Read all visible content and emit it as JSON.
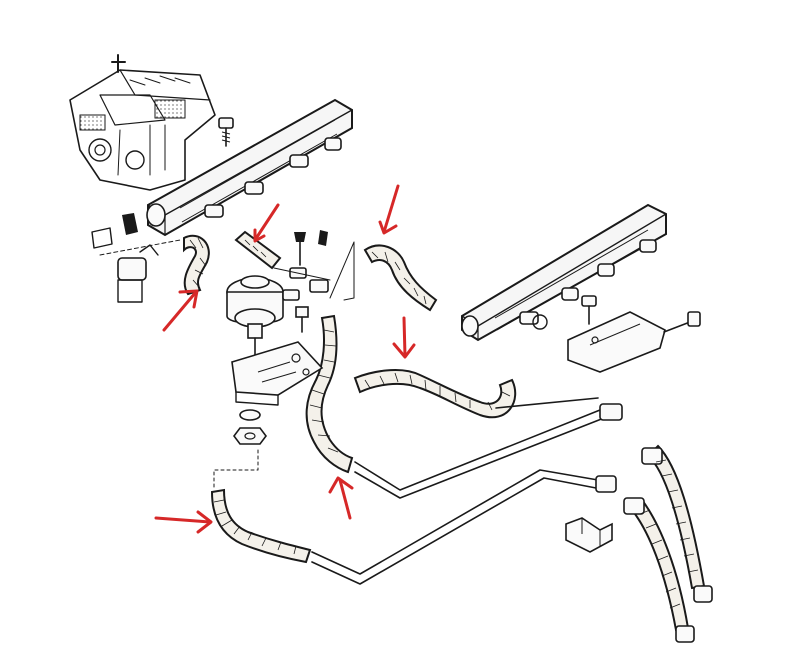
{
  "colors": {
    "line": "#1a1a1a",
    "background": "#ffffff",
    "hose_fill": "#f4f1ea",
    "arrow": "#d62828"
  },
  "parts": [
    {
      "id": "engine-block-icon"
    },
    {
      "id": "fuel-rail-left"
    },
    {
      "id": "fuel-rail-right"
    },
    {
      "id": "fuel-pressure-regulator"
    },
    {
      "id": "fuel-injector"
    },
    {
      "id": "mounting-bracket"
    },
    {
      "id": "fuel-hose"
    },
    {
      "id": "fuel-pipe"
    },
    {
      "id": "braided-fuel-line"
    },
    {
      "id": "pipe-clip"
    }
  ],
  "callout_arrows": [
    {
      "target": "short-hose-near-injector"
    },
    {
      "target": "straight-hose-near-regulator"
    },
    {
      "target": "curved-hose-return"
    },
    {
      "target": "long-crossover-hose"
    },
    {
      "target": "vertical-supply-hose"
    },
    {
      "target": "lower-feed-hose"
    }
  ]
}
